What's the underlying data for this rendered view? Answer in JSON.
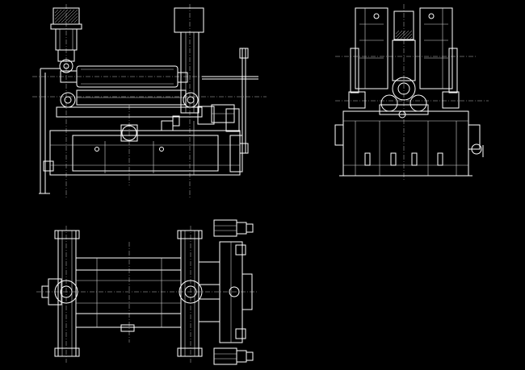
{
  "drawing": {
    "background": "#000000",
    "line_color": "#ffffff",
    "views": [
      {
        "id": "front",
        "label": ""
      },
      {
        "id": "side",
        "label": ""
      },
      {
        "id": "top",
        "label": ""
      }
    ]
  }
}
